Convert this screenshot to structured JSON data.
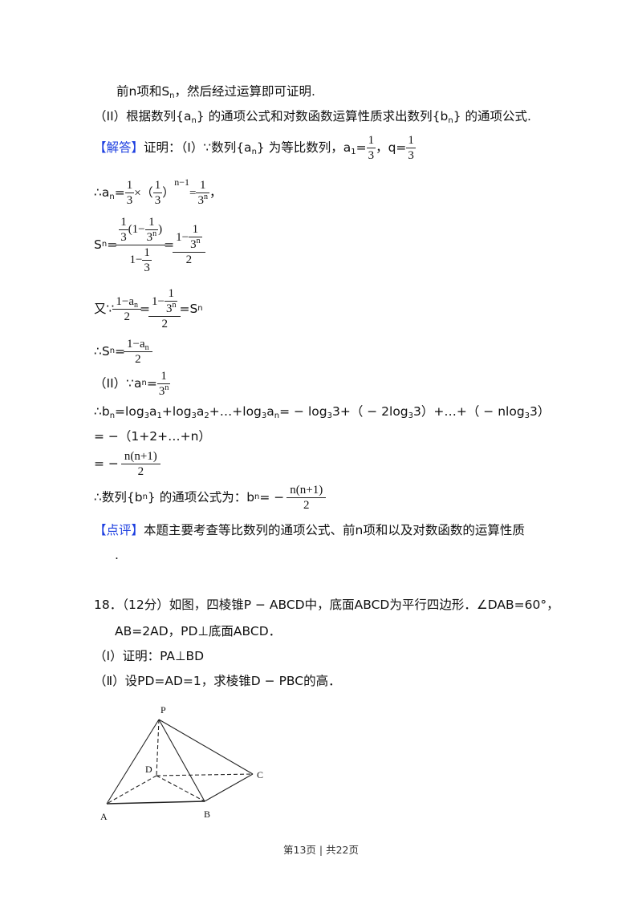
{
  "analysis": {
    "line1": "前n项和S",
    "line1_sub": "n",
    "line1_rest": "，然后经过运算即可证明.",
    "line2_prefix": "（II）根据数列{a",
    "line2_sub1": "n",
    "line2_mid": "} 的通项公式和对数函数运算性质求出数列{b",
    "line2_sub2": "n",
    "line2_end": "} 的通项公式."
  },
  "solution": {
    "tag": "【解答】",
    "intro": "证明：（I）∵数列{a",
    "intro_sub": "n",
    "intro_rest": "} 为等比数列，a",
    "a1_sub": "1",
    "a1_eq": "=",
    "a1_num": "1",
    "a1_den": "3",
    "q_label": "，q=",
    "q_num": "1",
    "q_den": "3",
    "an_formula": {
      "prefix": "∴a",
      "sub": "n",
      "eq": "=",
      "f1_num": "1",
      "f1_den": "3",
      "times": "×（",
      "f2_num": "1",
      "f2_den": "3",
      "close": "）",
      "exp": "n−1",
      "eq2": "=",
      "f3_num": "1",
      "f3_den": "3",
      "f3_den_sup": "n",
      "tail": "，"
    },
    "sn_formula": {
      "prefix": "S",
      "sub": "n",
      "eq": "=",
      "num_text": "(1−",
      "num_f_num": "1",
      "num_f_den": "3",
      "num_inner_num": "1",
      "num_inner_den": "3",
      "num_inner_sup": "n",
      "num_close": ")",
      "den_text": "1−",
      "den_f_num": "1",
      "den_f_den": "3",
      "eq2": "=",
      "rhs_num_text": "1−",
      "rhs_inner_num": "1",
      "rhs_inner_den": "3",
      "rhs_inner_sup": "n",
      "rhs_den": "2"
    },
    "also_line": {
      "prefix": "又∵",
      "f1_num": "1−a",
      "f1_num_sub": "n",
      "f1_den": "2",
      "eq": "=",
      "f2_num_text": "1−",
      "f2_inner_num": "1",
      "f2_inner_den": "3",
      "f2_inner_sup": "n",
      "f2_den": "2",
      "eq2": "=S",
      "tail_sub": "n"
    },
    "sn_conclusion": {
      "prefix": "∴S",
      "sub": "n",
      "eq": "=",
      "num": "1−a",
      "num_sub": "n",
      "den": "2"
    },
    "part2": {
      "prefix": "（II）∵a",
      "sub": "n",
      "eq": "=",
      "num": "1",
      "den": "3",
      "den_sup": "n"
    },
    "bn_line": "∴b<sub>n</sub>",
    "bn_text": {
      "p1": "∴b",
      "s1": "n",
      "p2": "=log",
      "s2": "3",
      "p3": "a",
      "s3": "1",
      "p4": "+log",
      "s4": "3",
      "p5": "a",
      "s5": "2",
      "p6": "+…+log",
      "s6": "3",
      "p7": "a",
      "s7": "n",
      "p8": "= − log",
      "s8": "3",
      "p9": "3+（ − 2log",
      "s9": "3",
      "p10": "3）+…+（ − nlog",
      "s10": "3",
      "p11": "3）"
    },
    "sum_line": "= −（1+2+…+n）",
    "frac_line": {
      "prefix": "= − ",
      "num": "n(n+1)",
      "den": "2"
    },
    "conclusion": {
      "prefix": "∴数列{b",
      "sub1": "n",
      "mid": "} 的通项公式为：b",
      "sub2": "n",
      "eq": "= − ",
      "num": "n(n+1)",
      "den": "2"
    }
  },
  "comment": {
    "tag": "【点评】",
    "text": "本题主要考查等比数列的通项公式、前n项和以及对数函数的运算性质",
    "trailing": "."
  },
  "problem18": {
    "line1": "18．（12分）如图，四棱锥P − ABCD中，底面ABCD为平行四边形．∠DAB=60°，",
    "line2": "AB=2AD，PD⊥底面ABCD．",
    "part1": "（Ⅰ）证明：PA⊥BD",
    "part2": "（Ⅱ）设PD=AD=1，求棱锥D − PBC的高．"
  },
  "figure": {
    "labels": {
      "P": "P",
      "D": "D",
      "C": "C",
      "A": "A",
      "B": "B"
    }
  },
  "footer": {
    "page_text": "第13页 | 共22页"
  },
  "colors": {
    "accent_blue": "#1c3ee0",
    "text": "#111111"
  }
}
